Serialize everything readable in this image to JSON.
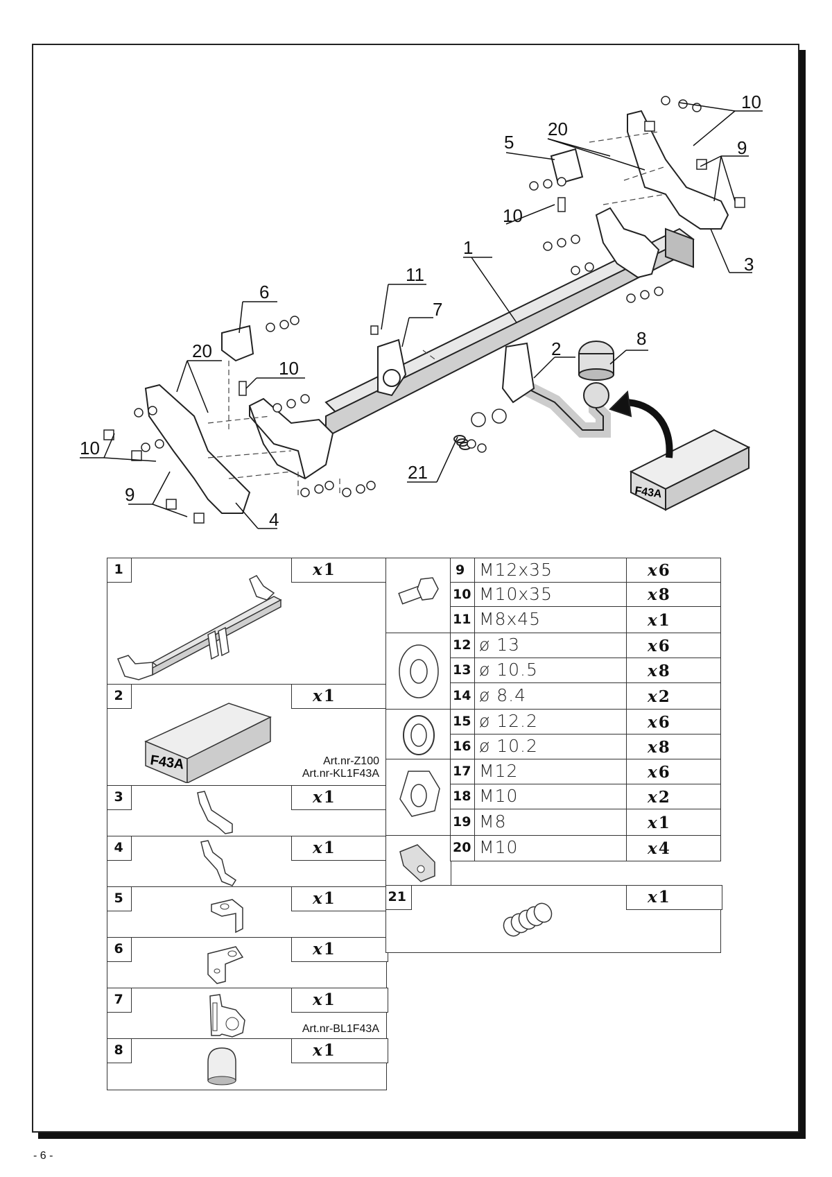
{
  "page_number": "- 6 -",
  "callouts": {
    "c1": "1",
    "c2": "2",
    "c3": "3",
    "c4": "4",
    "c5": "5",
    "c6": "6",
    "c7": "7",
    "c8": "8",
    "c9a": "9",
    "c9b": "9",
    "c10a": "10",
    "c10b": "10",
    "c10c": "10",
    "c10d": "10",
    "c11": "11",
    "c20a": "20",
    "c20b": "20",
    "c21": "21",
    "box_label": "F43A"
  },
  "parts_left": [
    {
      "num": "1",
      "qty": "1"
    },
    {
      "num": "2",
      "qty": "1",
      "box_label": "F43A",
      "art1": "Art.nr-Z100",
      "art2": "Art.nr-KL1F43A"
    },
    {
      "num": "3",
      "qty": "1"
    },
    {
      "num": "4",
      "qty": "1"
    },
    {
      "num": "5",
      "qty": "1"
    },
    {
      "num": "6",
      "qty": "1"
    },
    {
      "num": "7",
      "qty": "1",
      "art1": "Art.nr-BL1F43A"
    },
    {
      "num": "8",
      "qty": "1"
    }
  ],
  "qty_prefix": "x",
  "parts_right": [
    {
      "num": "9",
      "spec": "M12x35",
      "qty": "6"
    },
    {
      "num": "10",
      "spec": "M10x35",
      "qty": "8"
    },
    {
      "num": "11",
      "spec": "M8x45",
      "qty": "1"
    },
    {
      "num": "12",
      "spec": "ø 13",
      "qty": "6"
    },
    {
      "num": "13",
      "spec": "ø 10.5",
      "qty": "8"
    },
    {
      "num": "14",
      "spec": "ø 8.4",
      "qty": "2"
    },
    {
      "num": "15",
      "spec": "ø 12.2",
      "qty": "6"
    },
    {
      "num": "16",
      "spec": "ø 10.2",
      "qty": "8"
    },
    {
      "num": "17",
      "spec": "M12",
      "qty": "6"
    },
    {
      "num": "18",
      "spec": "M10",
      "qty": "2"
    },
    {
      "num": "19",
      "spec": "M8",
      "qty": "1"
    },
    {
      "num": "20",
      "spec": "M10",
      "qty": "4"
    }
  ],
  "part21": {
    "num": "21",
    "qty": "1"
  }
}
